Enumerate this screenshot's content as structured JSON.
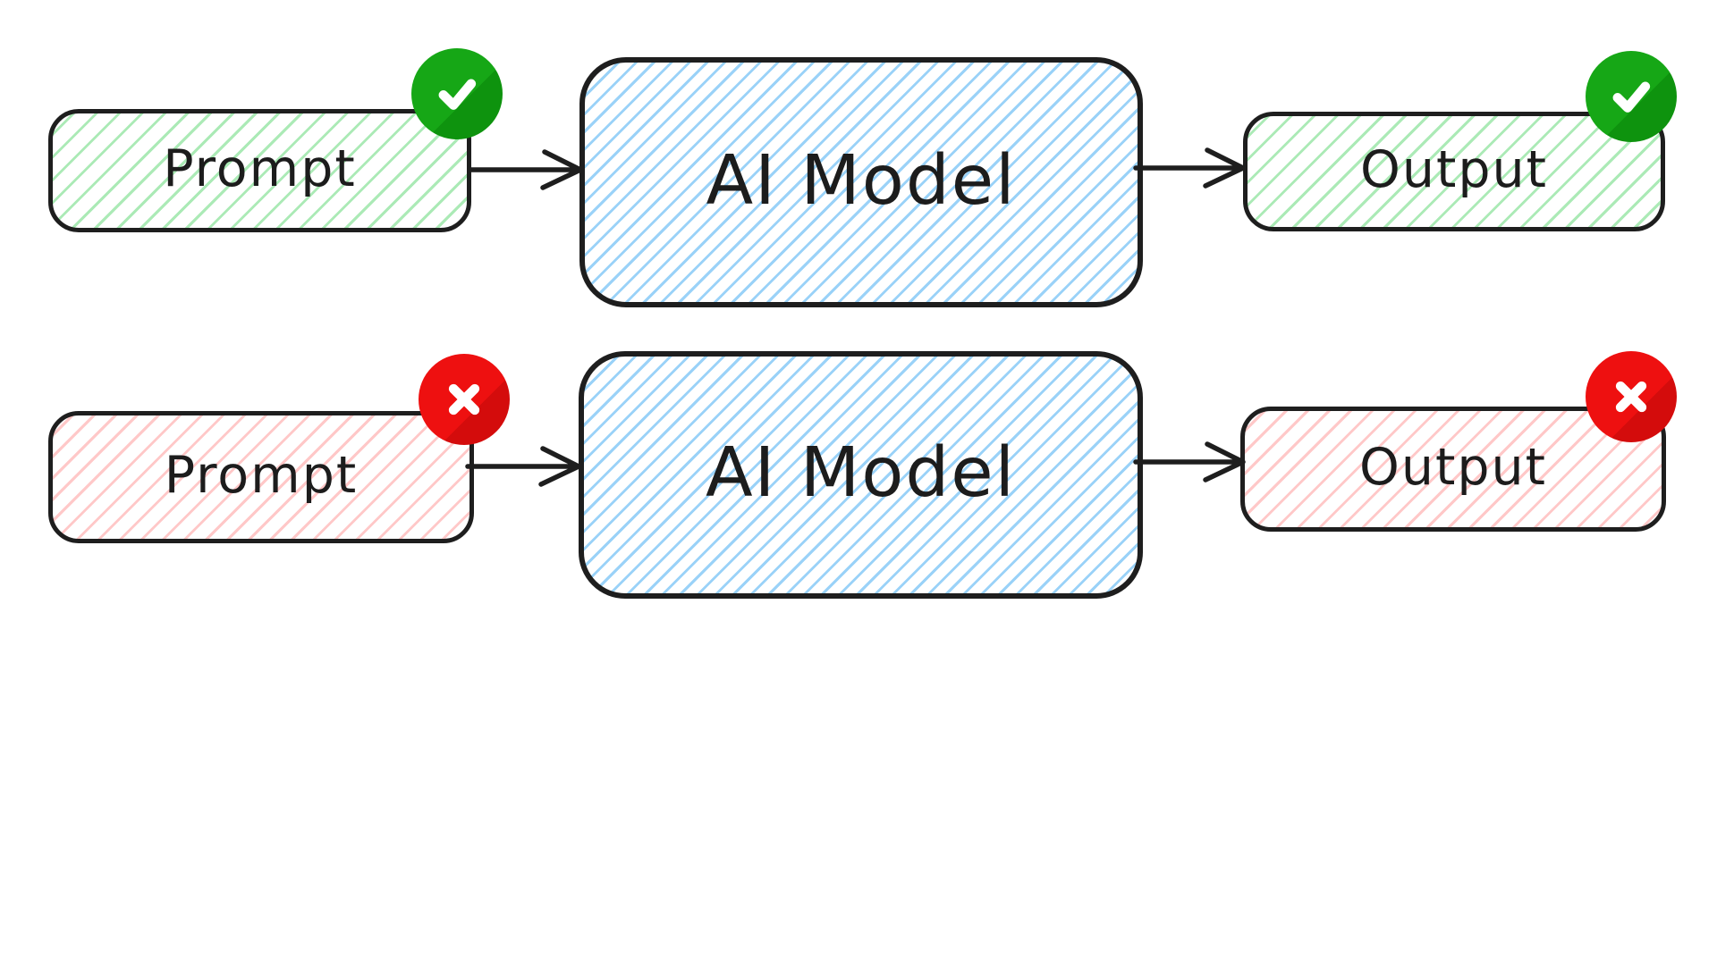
{
  "colors": {
    "stroke": "#1e1e1e",
    "hatch_green": "#abeab6",
    "hatch_blue": "#9ad2f8",
    "hatch_red": "#ffc8c8",
    "badge_green": "#16a716",
    "badge_green_shadow": "#0e930e",
    "badge_red": "#ee1010",
    "badge_red_shadow": "#d40c0c",
    "icon_white": "#ffffff"
  },
  "rows": [
    {
      "badge_icon": "check-icon",
      "nodes": [
        {
          "label": "Prompt",
          "fill": "hatch_green"
        },
        {
          "label": "AI Model",
          "fill": "hatch_blue"
        },
        {
          "label": "Output",
          "fill": "hatch_green"
        }
      ]
    },
    {
      "badge_icon": "cross-icon",
      "nodes": [
        {
          "label": "Prompt",
          "fill": "hatch_red"
        },
        {
          "label": "AI Model",
          "fill": "hatch_blue"
        },
        {
          "label": "Output",
          "fill": "hatch_red"
        }
      ]
    }
  ]
}
